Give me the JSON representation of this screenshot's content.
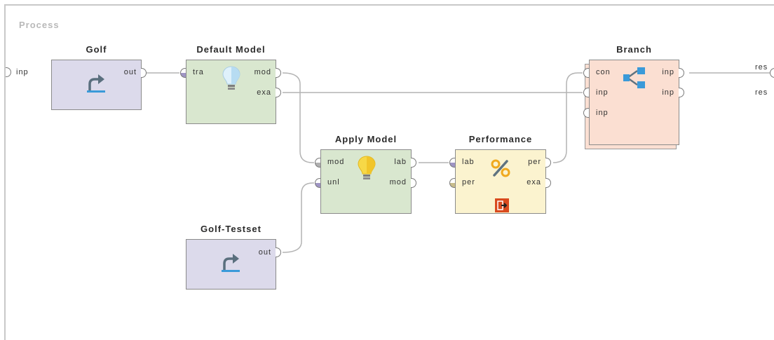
{
  "process": {
    "title": "Process",
    "input_port": "inp"
  },
  "operators": {
    "golf": {
      "title": "Golf",
      "out": "out",
      "icon": "retrieve-arrow-icon"
    },
    "default_model": {
      "title": "Default Model",
      "in1": "tra",
      "out1": "mod",
      "out2": "exa",
      "icon": "lightbulb-icon"
    },
    "apply_model": {
      "title": "Apply Model",
      "in1": "mod",
      "in2": "unl",
      "out1": "lab",
      "out2": "mod",
      "icon": "lightbulb-icon"
    },
    "performance": {
      "title": "Performance",
      "in1": "lab",
      "in2": "per",
      "out1": "per",
      "out2": "exa",
      "icon": "percent-icon",
      "sub_icon": "subprocess-exit-icon"
    },
    "golf_testset": {
      "title": "Golf-Testset",
      "out": "out",
      "icon": "retrieve-arrow-icon"
    },
    "branch": {
      "title": "Branch",
      "in1": "con",
      "in2": "inp",
      "in3": "inp",
      "out1": "inp",
      "out2": "inp",
      "icon": "branch-icon"
    }
  },
  "results": {
    "res1": "res",
    "res2": "res"
  },
  "colors": {
    "data_operator": "#dcdaeb",
    "model_operator": "#d9e7cf",
    "evaluation_operator": "#fbf3cf",
    "branch_operator": "#fbdfd2",
    "retrieve_arrow": "#5a6f7e",
    "retrieve_base": "#3a9ad9"
  }
}
